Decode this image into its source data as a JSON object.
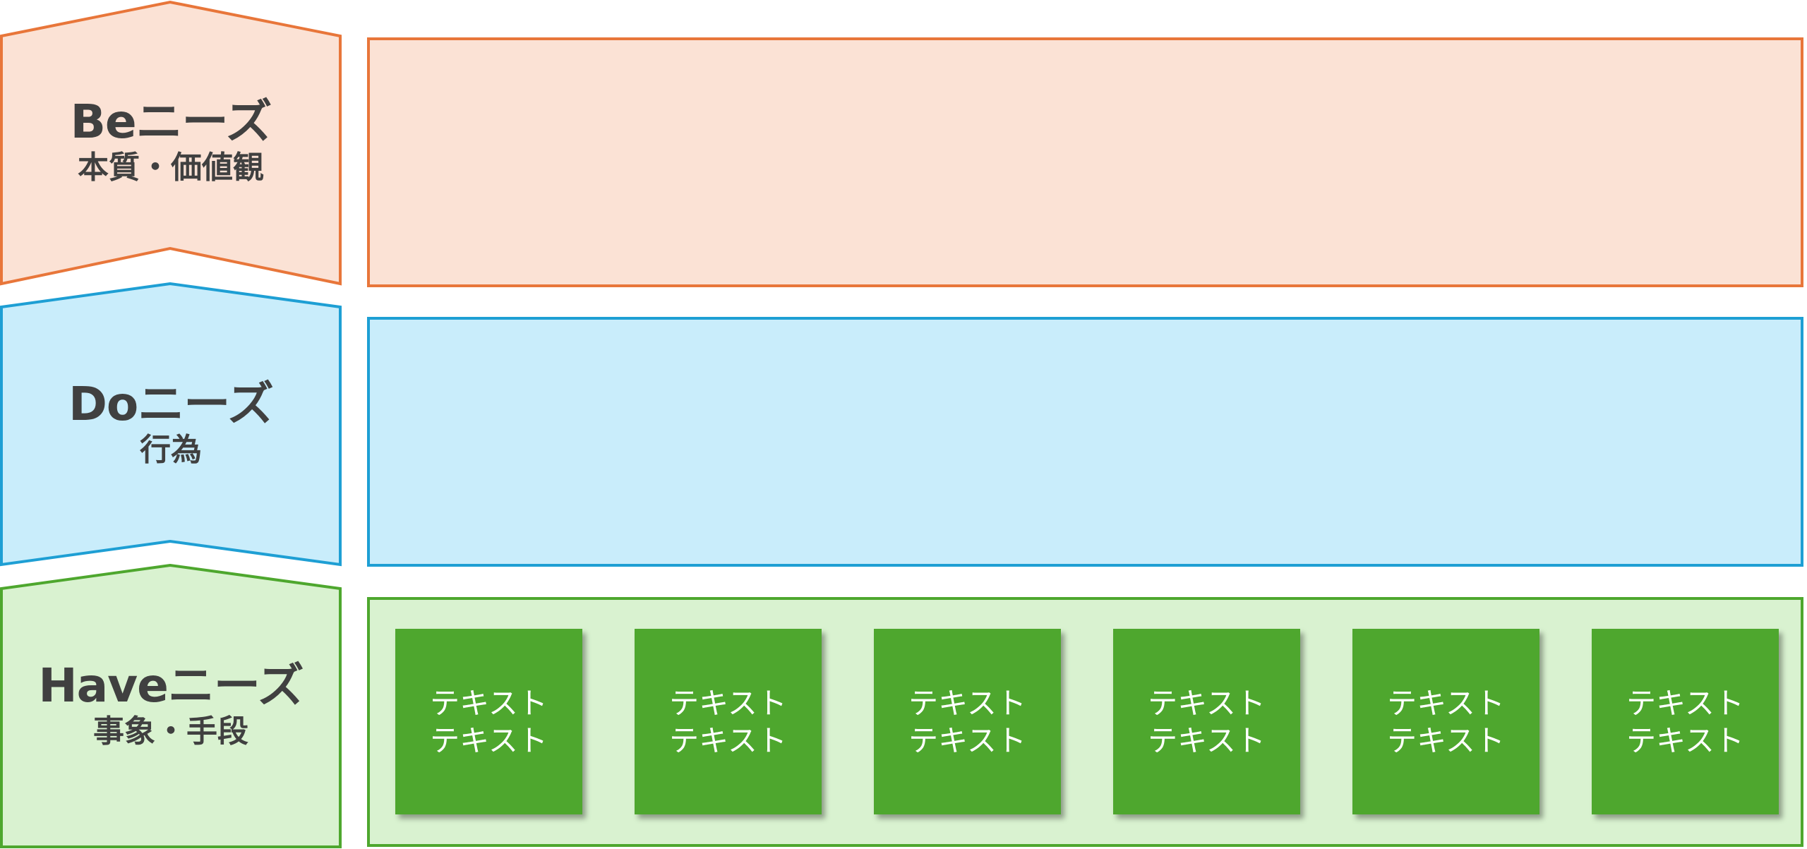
{
  "colors": {
    "be_fill": "#FBE2D5",
    "be_border": "#E8763A",
    "do_fill": "#C9EDFB",
    "do_border": "#1E9FD4",
    "have_fill": "#D9F2D0",
    "have_border": "#4EA72E",
    "box_fill": "#4EA72E",
    "text": "#404040"
  },
  "levels": [
    {
      "id": "be",
      "title": "Beニーズ",
      "subtitle": "本質・価値観"
    },
    {
      "id": "do",
      "title": "Doニーズ",
      "subtitle": "行為"
    },
    {
      "id": "have",
      "title": "Haveニーズ",
      "subtitle": "事象・手段"
    }
  ],
  "have_boxes": [
    {
      "line1": "テキスト",
      "line2": "テキスト"
    },
    {
      "line1": "テキスト",
      "line2": "テキスト"
    },
    {
      "line1": "テキスト",
      "line2": "テキスト"
    },
    {
      "line1": "テキスト",
      "line2": "テキスト"
    },
    {
      "line1": "テキスト",
      "line2": "テキスト"
    },
    {
      "line1": "テキスト",
      "line2": "テキスト"
    }
  ]
}
